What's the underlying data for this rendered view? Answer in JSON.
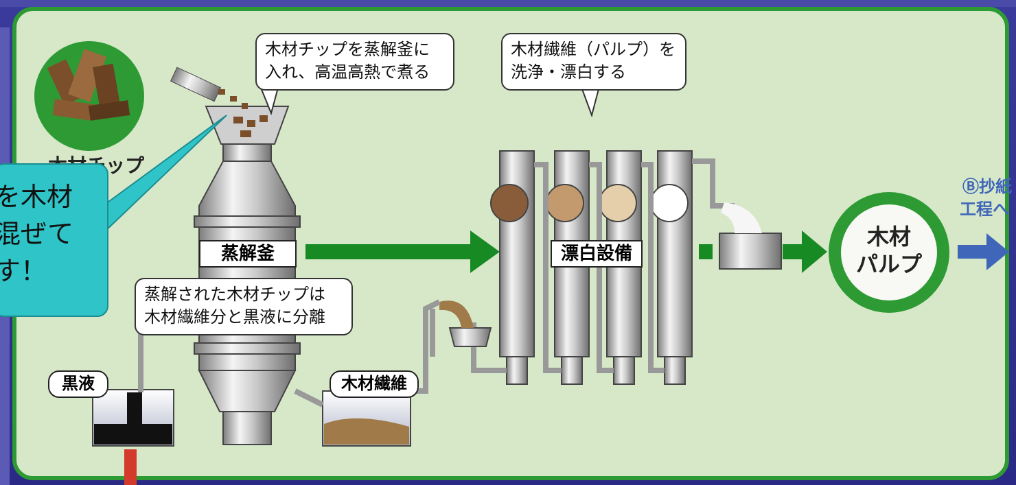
{
  "labels": {
    "wood_chip": "木材チップ",
    "digester": "蒸解釜",
    "bleach": "漂白設備",
    "black_liquor": "黒液",
    "wood_fiber": "木材繊維",
    "next_step_marker": "Ⓑ抄紙",
    "next_step": "工程へ",
    "pulp_line1": "木材",
    "pulp_line2": "パルプ"
  },
  "bubbles": {
    "chips_line1": "木材チップを蒸解釜に",
    "chips_line2": "入れ、高温高熱で煮る",
    "wash_line1": "木材繊維（パルプ）を",
    "wash_line2": "洗浄・漂白する",
    "separate_line1": "蒸解された木材チップは",
    "separate_line2": "木材繊維分と黒液に分離"
  },
  "callout": {
    "line1": "を木材",
    "line2": "混ぜて",
    "line3": "す！"
  },
  "colors": {
    "arrow_green": "#178a24",
    "arrow_blue": "#3f66b8",
    "panel_bg": "#d7e8c9",
    "panel_border": "#2e9a34",
    "callout_bg": "#2fc4c8",
    "pipe_red": "#d33a2c"
  }
}
